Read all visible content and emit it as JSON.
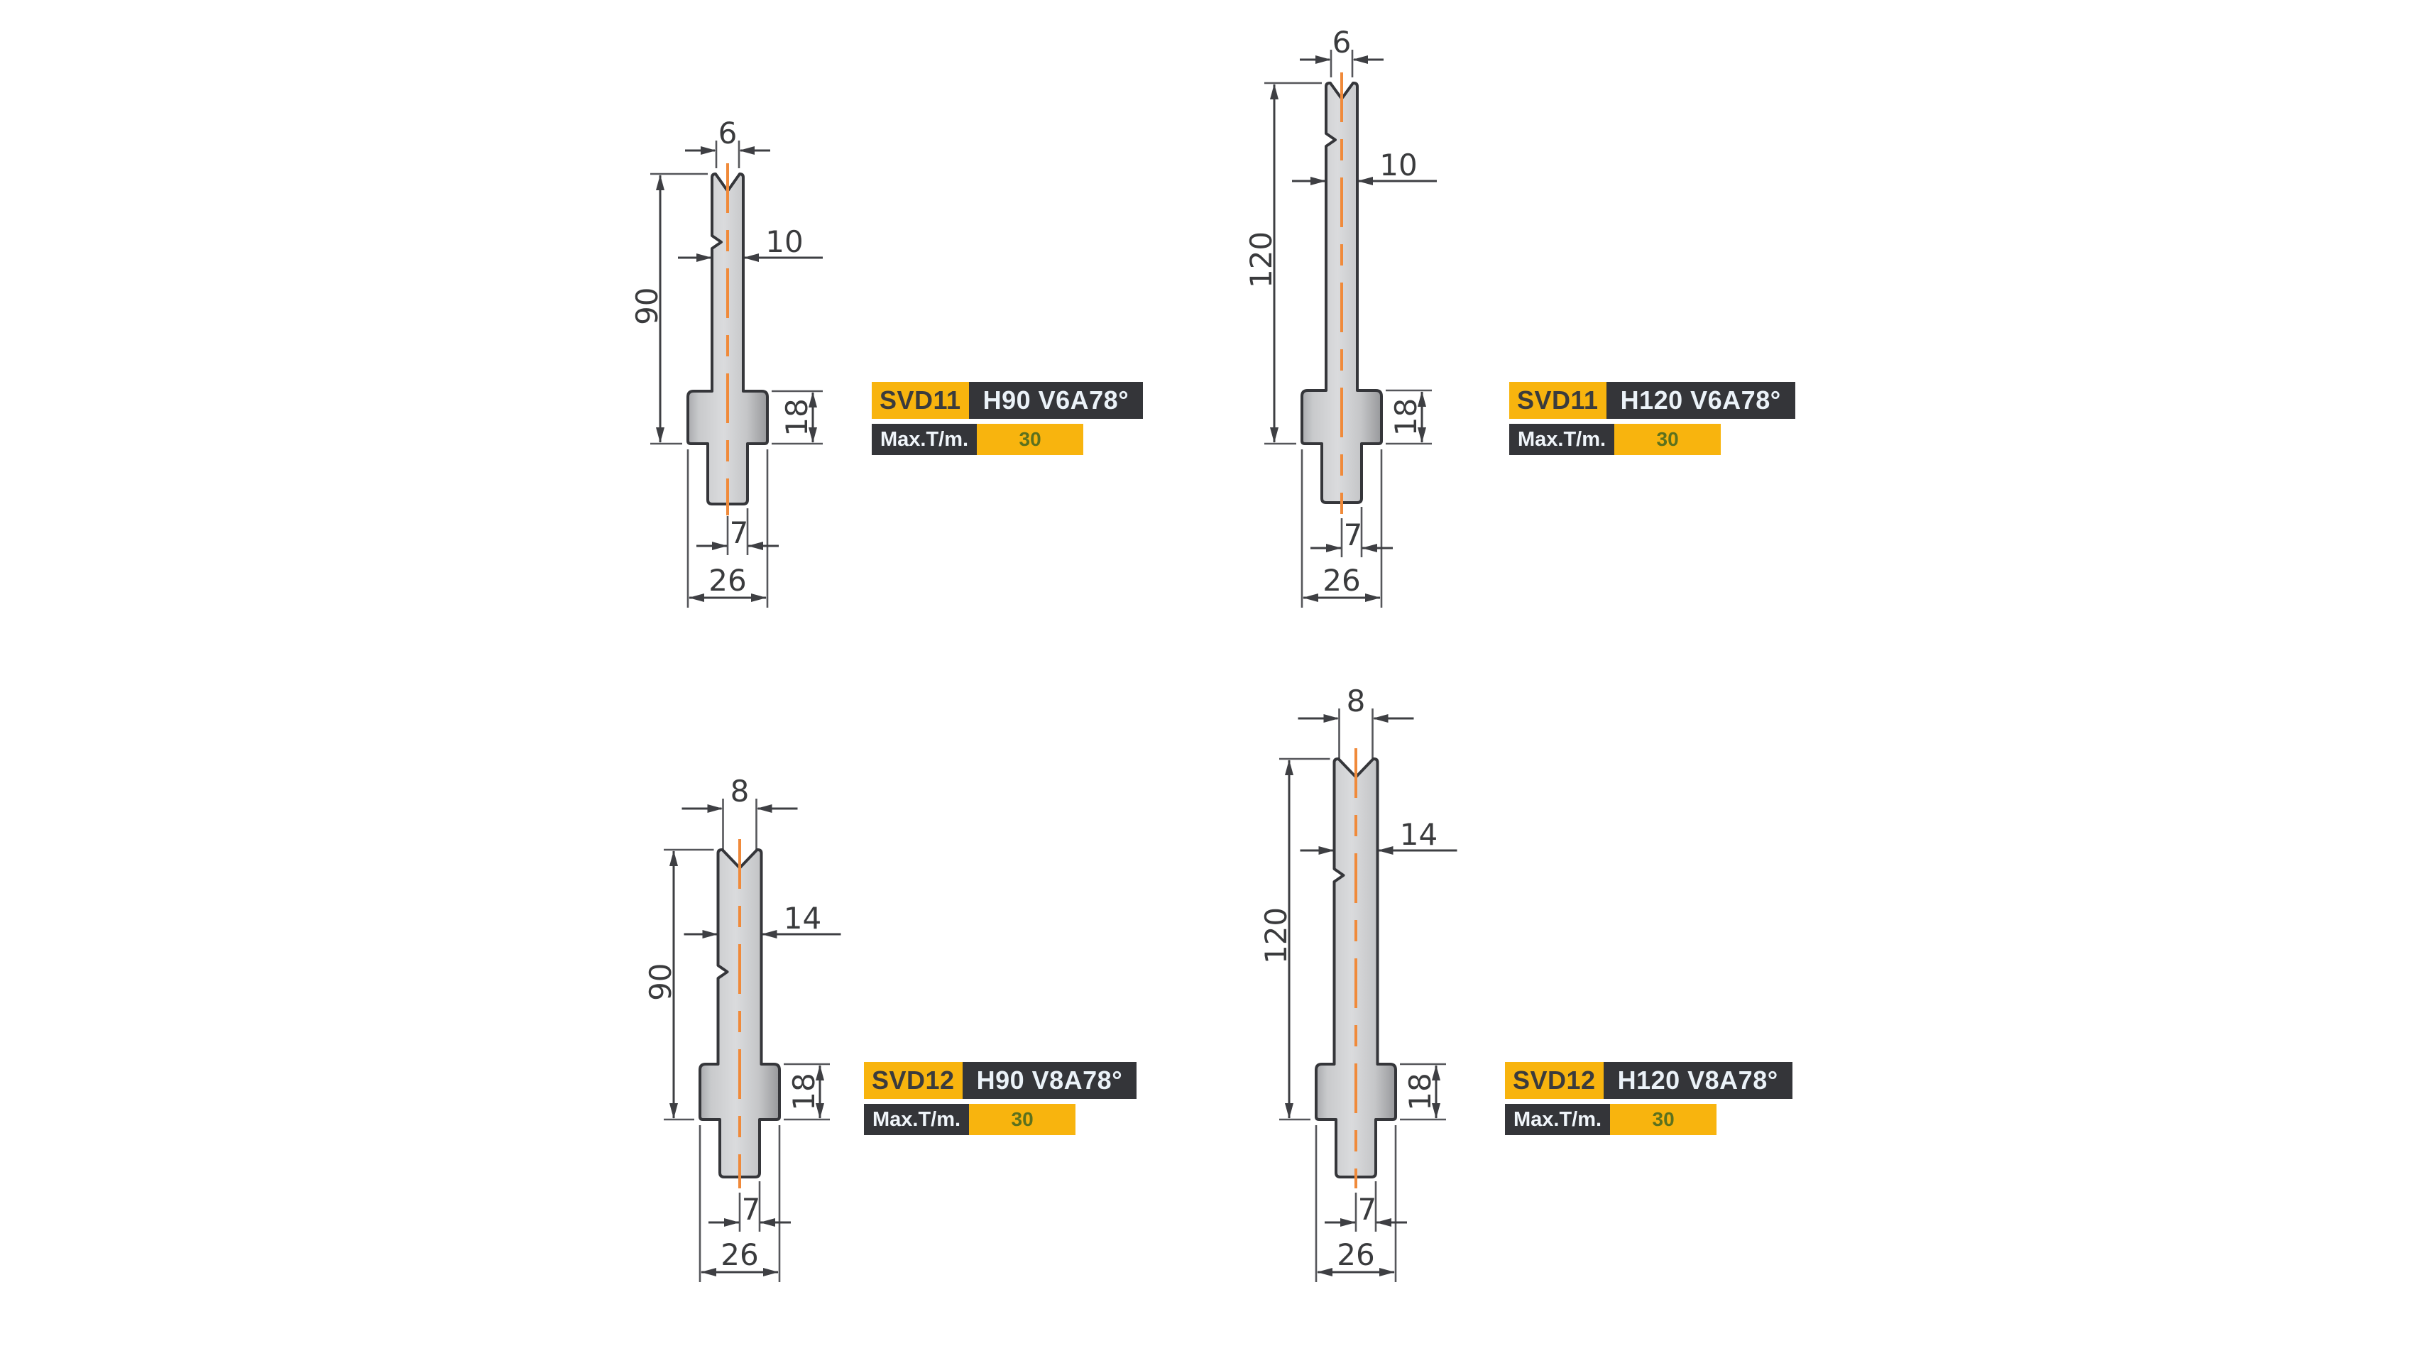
{
  "colors": {
    "accent_yellow": "#F8B40E",
    "badge_dark": "#343539",
    "badge_light_text": "#EBF2F8",
    "max_value_text": "#5C711E",
    "drawing_outline": "#35363A",
    "dimension_line": "#3E3F43",
    "extension_line": "#55565A",
    "dimension_text": "#3A3B3D",
    "centerline_orange": "#F08A3A",
    "die_fill_light": "#DADBDD",
    "die_fill_dark": "#97989B"
  },
  "figures": [
    {
      "model": "SVD11",
      "spec": "H90 V6A78°",
      "max_label": "Max.T/m.",
      "max_value": "30",
      "dims": {
        "top_width": "6",
        "shaft_width": "10",
        "height": "90",
        "base_height": "18",
        "tang_width": "7",
        "base_width": "26"
      }
    },
    {
      "model": "SVD11",
      "spec": "H120 V6A78°",
      "max_label": "Max.T/m.",
      "max_value": "30",
      "dims": {
        "top_width": "6",
        "shaft_width": "10",
        "height": "120",
        "base_height": "18",
        "tang_width": "7",
        "base_width": "26"
      }
    },
    {
      "model": "SVD12",
      "spec": "H90 V8A78°",
      "max_label": "Max.T/m.",
      "max_value": "30",
      "dims": {
        "top_width": "8",
        "shaft_width": "14",
        "height": "90",
        "base_height": "18",
        "tang_width": "7",
        "base_width": "26"
      }
    },
    {
      "model": "SVD12",
      "spec": "H120 V8A78°",
      "max_label": "Max.T/m.",
      "max_value": "30",
      "dims": {
        "top_width": "8",
        "shaft_width": "14",
        "height": "120",
        "base_height": "18",
        "tang_width": "7",
        "base_width": "26"
      }
    }
  ]
}
